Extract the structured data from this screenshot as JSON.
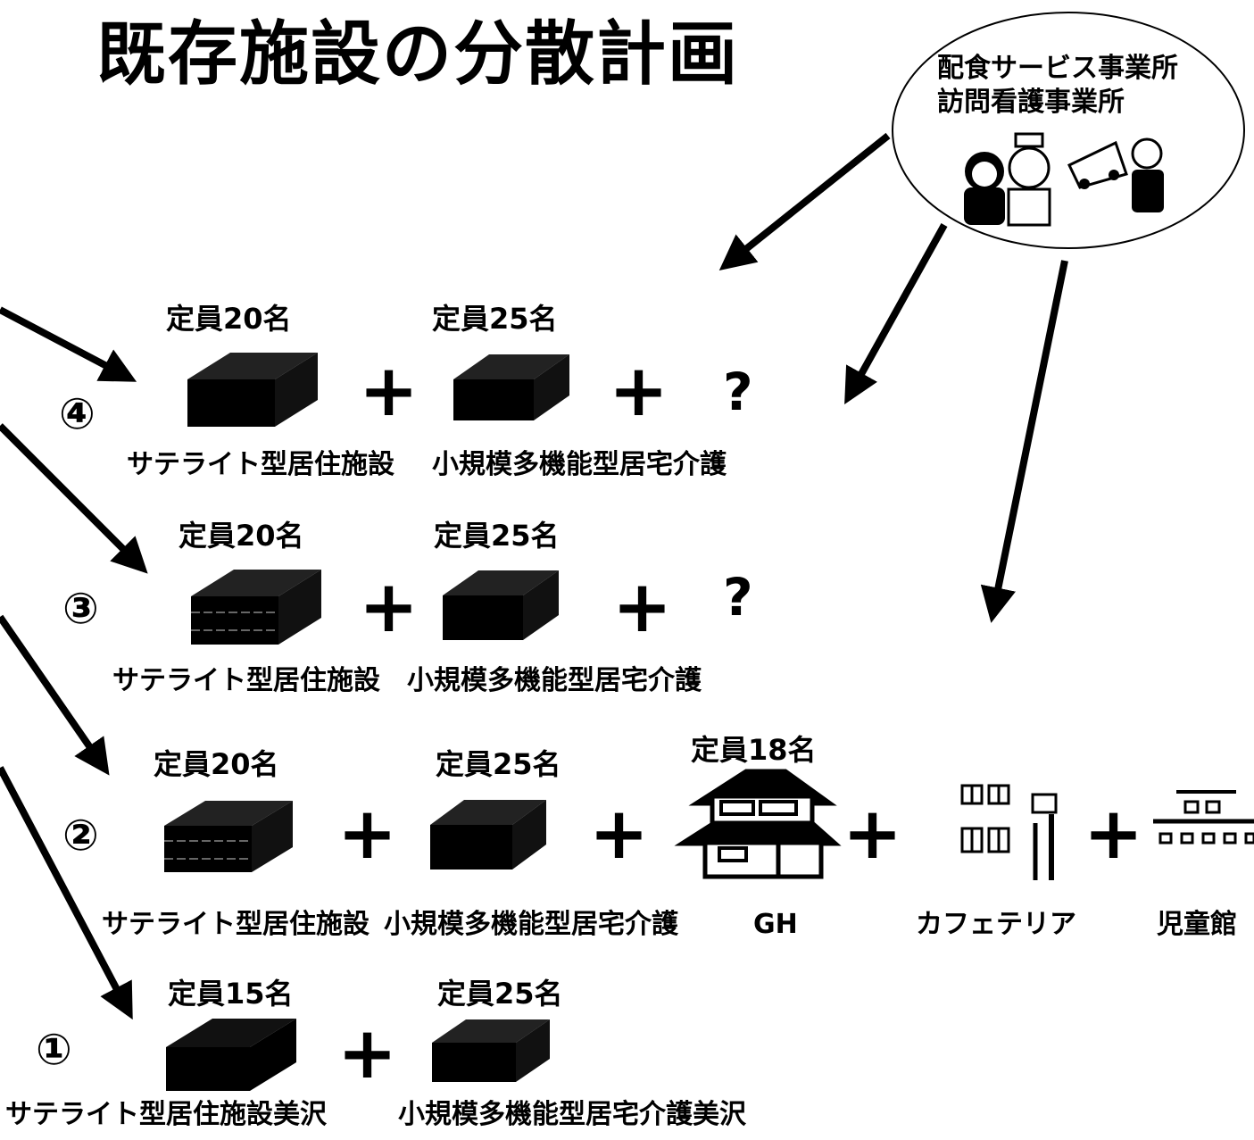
{
  "title": "既存施設の分散計画",
  "callout": {
    "line1": "配食サービス事業所",
    "line2": "訪問看護事業所",
    "icon": "people-delivery-icon"
  },
  "rows": {
    "row4": {
      "number": "④",
      "cap1": "定員20名",
      "cap2": "定員25名",
      "label1": "サテライト型居住施設",
      "label2": "小規模多機能型居宅介護",
      "plus": "+",
      "question": "?"
    },
    "row3": {
      "number": "③",
      "cap1": "定員20名",
      "cap2": "定員25名",
      "label1": "サテライト型居住施設",
      "label2": "小規模多機能型居宅介護",
      "plus": "+",
      "question": "?"
    },
    "row2": {
      "number": "②",
      "cap1": "定員20名",
      "cap2": "定員25名",
      "cap3": "定員18名",
      "label1": "サテライト型居住施設",
      "label2": "小規模多機能型居宅介護",
      "label3": "GH",
      "label4": "カフェテリア",
      "label5": "児童館",
      "plus": "+"
    },
    "row1": {
      "number": "①",
      "cap1": "定員15名",
      "cap2": "定員25名",
      "label1": "サテライト型居住施設美沢",
      "label2": "小規模多機能型居宅介護美沢",
      "plus": "+"
    }
  },
  "colors": {
    "ink": "#000000",
    "paper": "#ffffff"
  }
}
